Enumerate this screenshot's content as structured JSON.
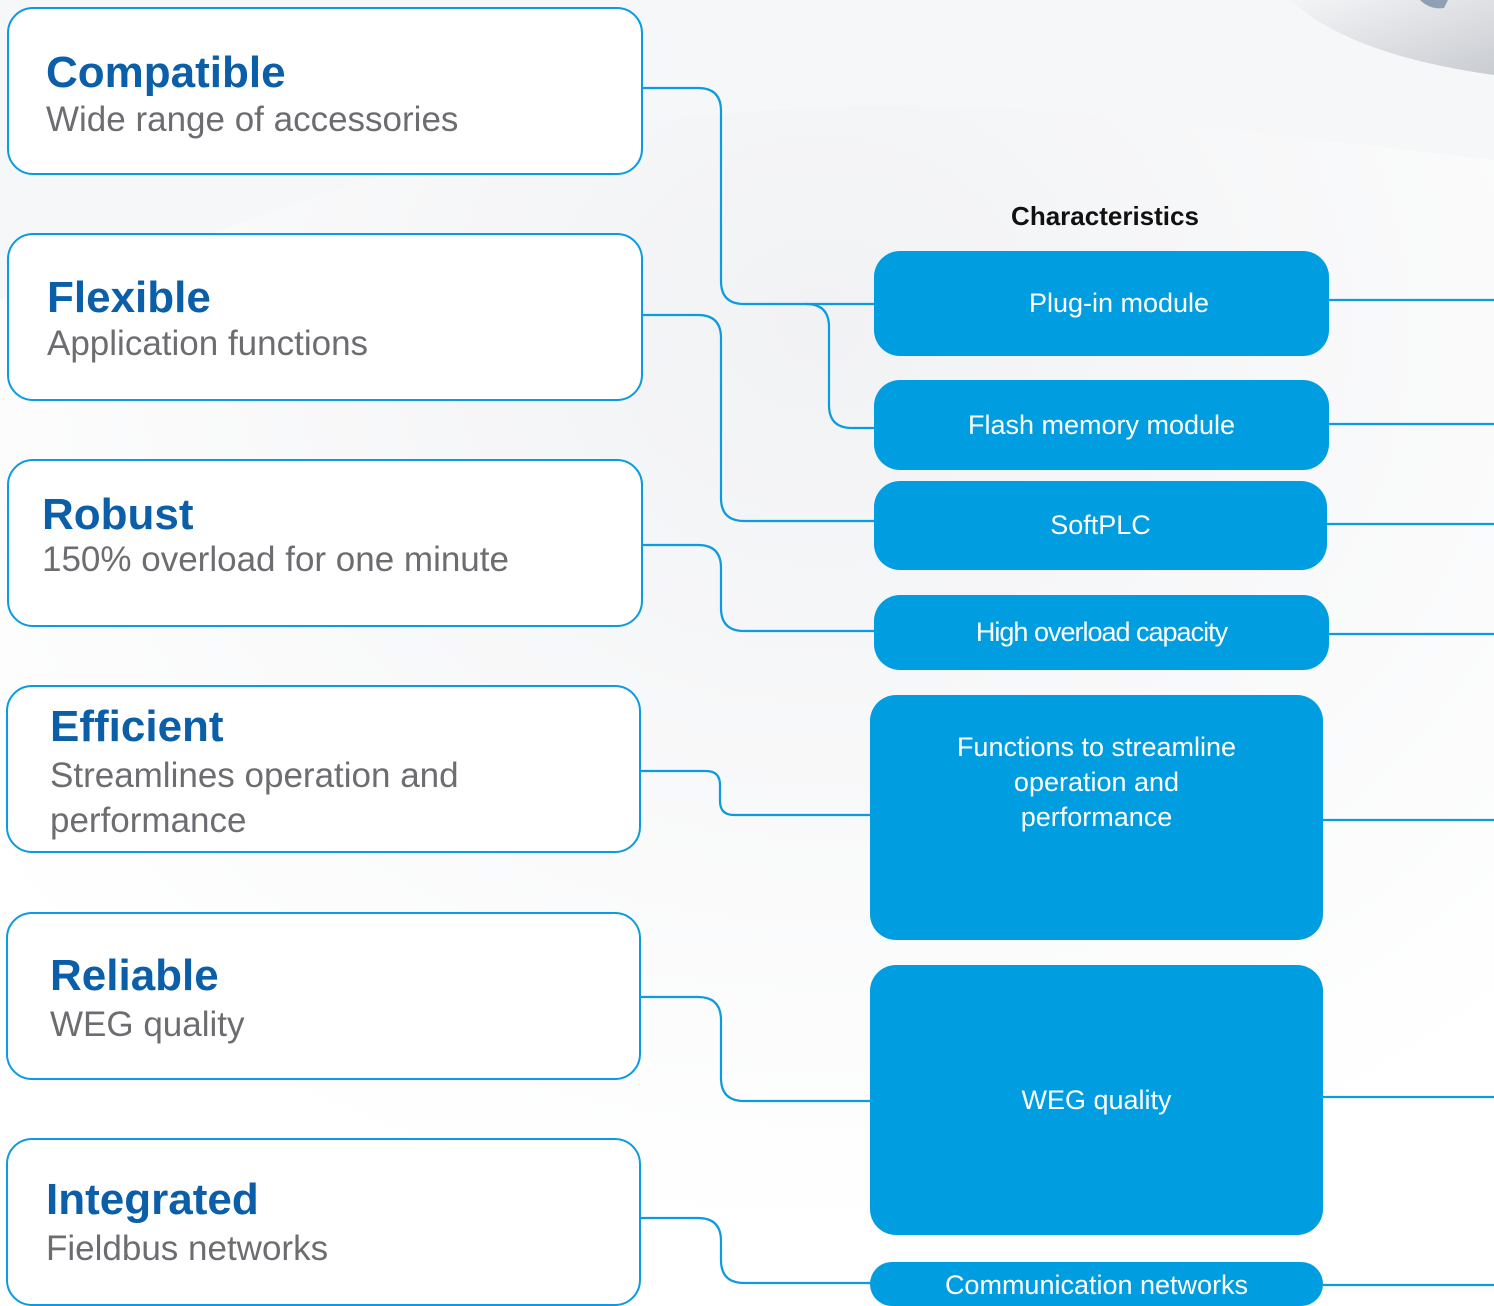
{
  "heading": "Characteristics",
  "benefits": [
    {
      "title": "Compatible",
      "desc": "Wide range of accessories"
    },
    {
      "title": "Flexible",
      "desc": "Application functions"
    },
    {
      "title": "Robust",
      "desc": "150% overload for one minute"
    },
    {
      "title": "Efficient",
      "desc": "Streamlines operation and performance"
    },
    {
      "title": "Reliable",
      "desc": "WEG quality"
    },
    {
      "title": "Integrated",
      "desc": "Fieldbus networks"
    }
  ],
  "characteristics": [
    {
      "label": "Plug-in module"
    },
    {
      "label": "Flash memory module"
    },
    {
      "label": "SoftPLC"
    },
    {
      "label": "High overload capacity"
    },
    {
      "label": "Functions to streamline operation and performance"
    },
    {
      "label": "WEG quality"
    },
    {
      "label": "Communication networks"
    }
  ],
  "colors": {
    "accent": "#009de0",
    "title": "#0b5ea8",
    "description": "#6c6d70",
    "border": "#0a9be0"
  }
}
